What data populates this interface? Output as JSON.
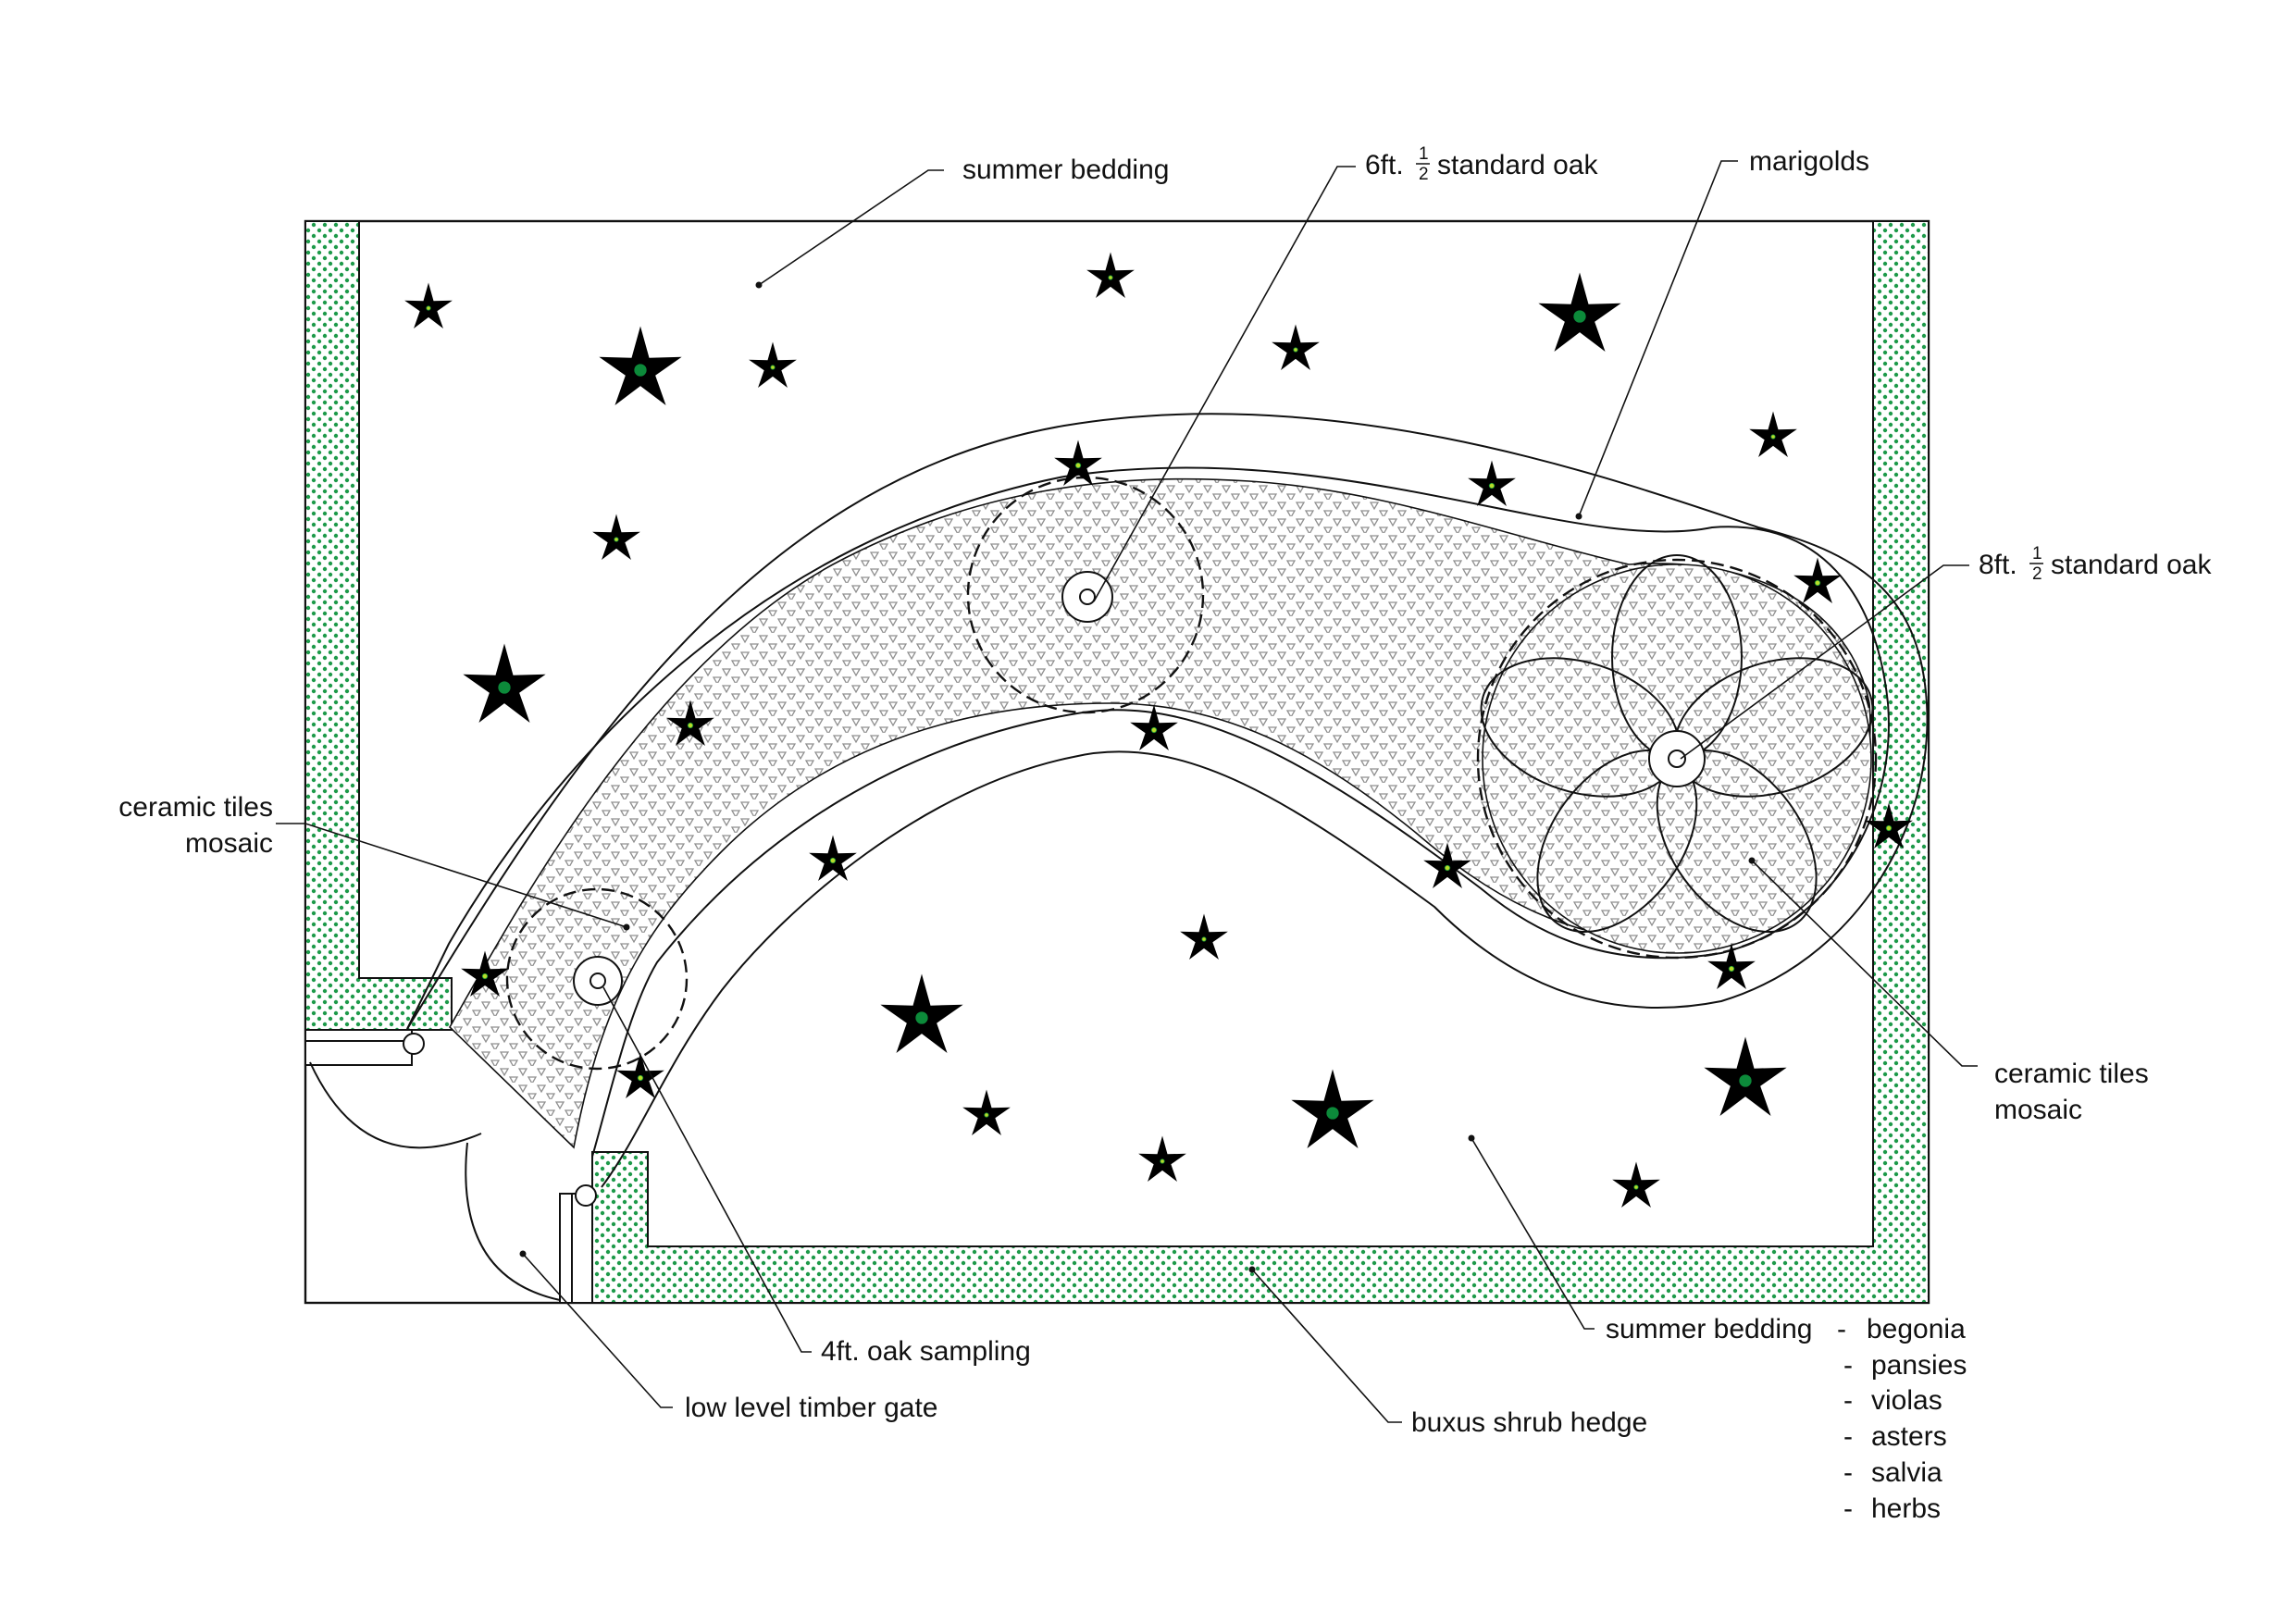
{
  "colors": {
    "hedge": "#1e9a4a",
    "flower_stroke": "#149035",
    "flower_centre": "#0c8a3a",
    "flower_centre_light": "#b8dc2a",
    "tile_pattern": "#8f8f8f",
    "line": "#111111"
  },
  "labels": {
    "summer_bedding_top": "summer bedding",
    "oak_6ft": {
      "prefix": "6ft.",
      "frac_num": "1",
      "frac_den": "2",
      "suffix": "standard oak"
    },
    "marigolds": "marigolds",
    "oak_8ft": {
      "prefix": "8ft.",
      "frac_num": "1",
      "frac_den": "2",
      "suffix": "standard oak"
    },
    "ceramic_left": [
      "ceramic tiles",
      "mosaic"
    ],
    "ceramic_right": [
      "ceramic tiles",
      "mosaic"
    ],
    "oak_4ft": "4ft. oak sampling",
    "gate": "low level timber gate",
    "hedge": "buxus shrub hedge",
    "summer_bedding_bottom": {
      "title": "summer bedding",
      "items": [
        "begonia",
        "pansies",
        "violas",
        "asters",
        "salvia",
        "herbs"
      ]
    }
  }
}
